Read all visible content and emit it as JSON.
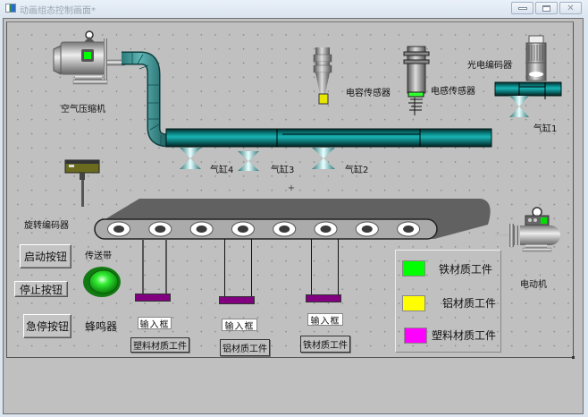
{
  "window": {
    "title": "动画组态控制画面*",
    "controls": {
      "minimize_icon": "minimize-icon",
      "maximize_icon": "maximize-icon",
      "close_icon": "close-icon"
    }
  },
  "devices": {
    "compressor": "空气压缩机",
    "capacitive_sensor": "电容传感器",
    "inductive_sensor": "电感传感器",
    "photo_encoder": "光电编码器",
    "rotary_encoder": "旋转编码器",
    "motor": "电动机",
    "conveyor": "传送带",
    "buzzer": "蜂鸣器"
  },
  "cylinders": [
    "气缸1",
    "气缸2",
    "气缸3",
    "气缸4"
  ],
  "buttons": {
    "start": "启动按钮",
    "stop": "停止按钮",
    "emergency": "急停按钮"
  },
  "bins": [
    {
      "input_placeholder": "输入框",
      "label": "塑料材质工件"
    },
    {
      "input_placeholder": "输入框",
      "label": "铝材质工件"
    },
    {
      "input_placeholder": "输入框",
      "label": "铁材质工件"
    }
  ],
  "legend": [
    {
      "label": "铁材质工件",
      "color": "#00ff00"
    },
    {
      "label": "铝材质工件",
      "color": "#ffff00"
    },
    {
      "label": "塑料材质工件",
      "color": "#ff00ff"
    }
  ],
  "colors": {
    "pipe": "#0b8f8f",
    "pusher": "#800080",
    "indicator_green": "#00ff00",
    "sensor_yellow": "#e8e800"
  }
}
